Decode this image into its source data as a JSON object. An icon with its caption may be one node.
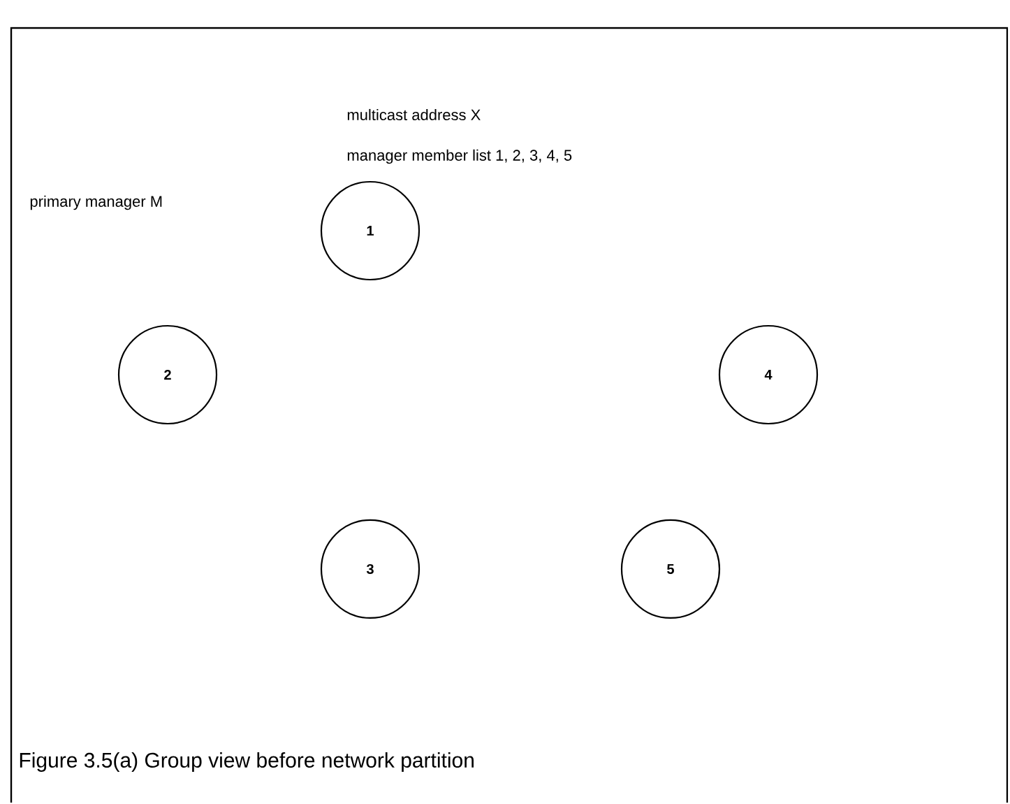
{
  "diagram": {
    "caption": "Figure 3.5(a)  Group view before  network  partition",
    "nodes": [
      {
        "text": [
          "1"
        ]
      },
      {
        "text": [
          "2"
        ]
      },
      {
        "text": [
          "4"
        ]
      },
      {
        "text": [
          "3"
        ]
      },
      {
        "text": [
          "5"
        ]
      }
    ],
    "edges": [],
    "labels": [
      "multicast address  X",
      "manager  member  list  1, 2, 3, 4, 5",
      "primary manager M"
    ]
  }
}
